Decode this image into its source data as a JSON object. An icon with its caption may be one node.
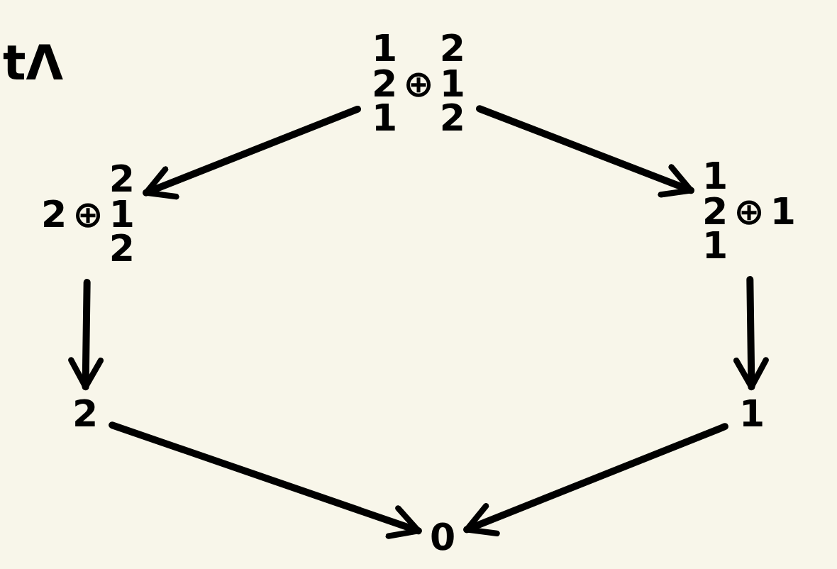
{
  "diagram": {
    "nodes": [
      {
        "text": [
          "1 2 1",
          "⊕",
          "2 1 2"
        ]
      },
      {
        "text": [
          "2",
          "⊕",
          "2 1 2"
        ]
      },
      {
        "text": [
          "1 2 1",
          "⊕",
          "1"
        ]
      },
      {
        "text": [
          "2"
        ]
      },
      {
        "text": [
          "1"
        ]
      },
      {
        "text": [
          "0"
        ]
      }
    ],
    "edges": [
      {
        "from": 0,
        "to": 1,
        "arrow": "to"
      },
      {
        "from": 0,
        "to": 2,
        "arrow": "to"
      },
      {
        "from": 1,
        "to": 3,
        "arrow": "to"
      },
      {
        "from": 2,
        "to": 4,
        "arrow": "to"
      },
      {
        "from": 3,
        "to": 5,
        "arrow": "to"
      },
      {
        "from": 4,
        "to": 5,
        "arrow": "to"
      }
    ],
    "labels": [
      "tΛ"
    ]
  }
}
